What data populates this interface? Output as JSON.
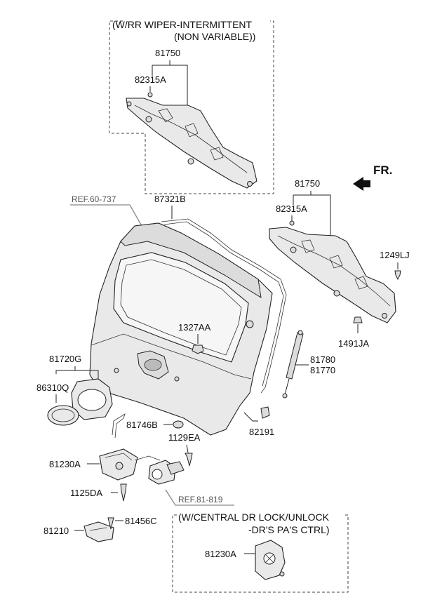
{
  "notes": {
    "wiper_box_line1": "(W/RR WIPER-INTERMITTENT",
    "wiper_box_line2": "(NON VARIABLE))",
    "lock_box_line1": "(W/CENTRAL DR LOCK/UNLOCK",
    "lock_box_line2": "-DR'S  PA'S CTRL)"
  },
  "direction": {
    "label": "FR."
  },
  "refs": {
    "ref_tailgate": "REF.60-737",
    "ref_lock": "REF.81-819"
  },
  "labels": {
    "p81750_top": "81750",
    "p82315a_top": "82315A",
    "p81750_right": "81750",
    "p82315a_right": "82315A",
    "p1249lj": "1249LJ",
    "p1491ja": "1491JA",
    "p87321b": "87321B",
    "p1327aa": "1327AA",
    "p81780": "81780",
    "p81770": "81770",
    "p81720g": "81720G",
    "p86310q": "86310Q",
    "p81746b": "81746B",
    "p82191": "82191",
    "p1129ea": "1129EA",
    "p81230a": "81230A",
    "p1125da": "1125DA",
    "p81210": "81210",
    "p81456c": "81456C",
    "p81230a_box": "81230A"
  }
}
